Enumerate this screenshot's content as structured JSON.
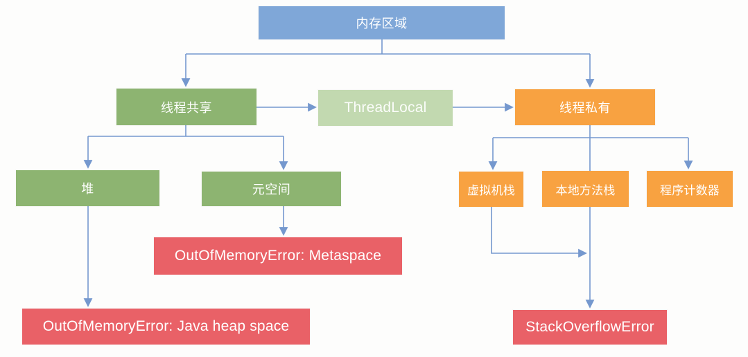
{
  "diagram": {
    "nodes": {
      "memory_area": {
        "label": "内存区域",
        "color": "#7FA7D8"
      },
      "thread_shared": {
        "label": "线程共享",
        "color": "#8DB471"
      },
      "thread_local": {
        "label": "ThreadLocal",
        "color": "#C2D9B0"
      },
      "thread_private": {
        "label": "线程私有",
        "color": "#F8A241"
      },
      "heap": {
        "label": "堆",
        "color": "#8DB471"
      },
      "metaspace": {
        "label": "元空间",
        "color": "#8DB471"
      },
      "vm_stack": {
        "label": "虚拟机栈",
        "color": "#F8A241"
      },
      "native_method_stack": {
        "label": "本地方法栈",
        "color": "#F8A241"
      },
      "program_counter": {
        "label": "程序计数器",
        "color": "#F8A241"
      },
      "oom_metaspace": {
        "label": "OutOfMemoryError: Metaspace",
        "color": "#E96167"
      },
      "oom_heap": {
        "label": "OutOfMemoryError: Java heap space",
        "color": "#E96167"
      },
      "stack_overflow": {
        "label": "StackOverflowError",
        "color": "#E96167"
      }
    },
    "edges": [
      {
        "from": "memory_area",
        "to": "thread_shared"
      },
      {
        "from": "memory_area",
        "to": "thread_private"
      },
      {
        "from": "thread_shared",
        "to": "thread_local"
      },
      {
        "from": "thread_local",
        "to": "thread_private"
      },
      {
        "from": "thread_shared",
        "to": "heap"
      },
      {
        "from": "thread_shared",
        "to": "metaspace"
      },
      {
        "from": "thread_private",
        "to": "vm_stack"
      },
      {
        "from": "thread_private",
        "to": "native_method_stack"
      },
      {
        "from": "thread_private",
        "to": "program_counter"
      },
      {
        "from": "metaspace",
        "to": "oom_metaspace"
      },
      {
        "from": "heap",
        "to": "oom_heap"
      },
      {
        "from": "vm_stack",
        "to": "stack_overflow"
      },
      {
        "from": "native_method_stack",
        "to": "stack_overflow"
      }
    ],
    "connector_color": "#7598CE",
    "background_color": "#FDFDFC",
    "text_color": "#FFFFFF"
  }
}
